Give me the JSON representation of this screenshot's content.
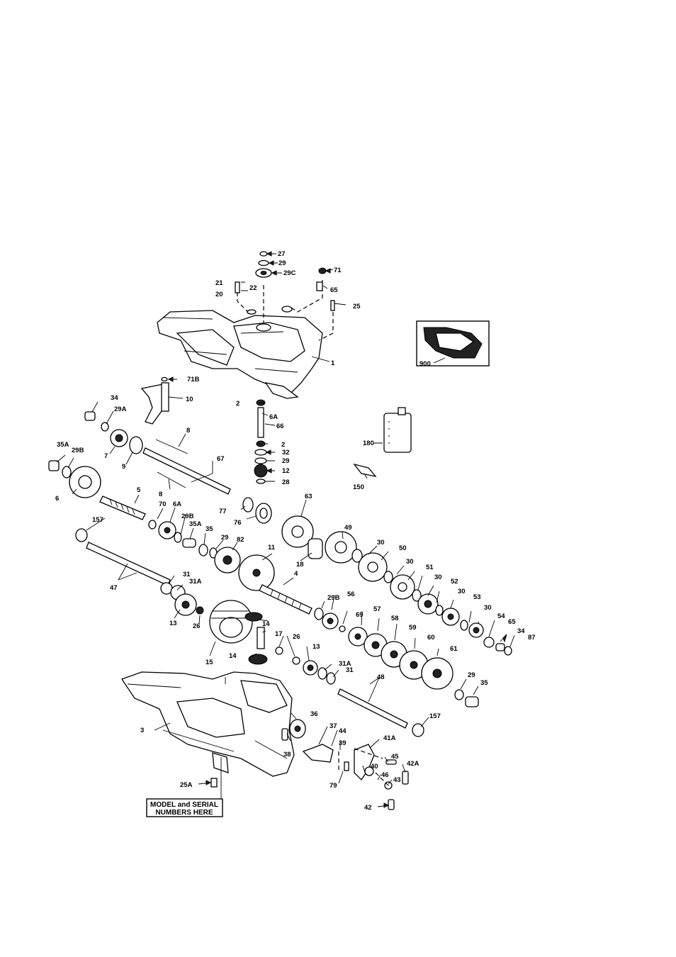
{
  "callouts": [
    "27",
    "29",
    "29C",
    "71",
    "21",
    "22",
    "20",
    "65",
    "25",
    "1",
    "900",
    "71B",
    "10",
    "2",
    "6A",
    "66",
    "2",
    "32",
    "29",
    "12",
    "28",
    "34",
    "29A",
    "8",
    "67",
    "7",
    "9",
    "180",
    "35A",
    "29B",
    "6",
    "8",
    "150",
    "5",
    "63",
    "77",
    "76",
    "70",
    "6A",
    "29B",
    "35A",
    "35",
    "29",
    "82",
    "49",
    "157",
    "18",
    "11",
    "30",
    "50",
    "30",
    "51",
    "30",
    "52",
    "30",
    "31",
    "53",
    "47",
    "31A",
    "4",
    "29B",
    "56",
    "30",
    "14",
    "54",
    "65",
    "34",
    "87",
    "13",
    "26",
    "69",
    "57",
    "58",
    "59",
    "17",
    "60",
    "26",
    "13",
    "61",
    "14",
    "15",
    "31A",
    "31",
    "48",
    "29",
    "35",
    "36",
    "157",
    "3",
    "37",
    "44",
    "41A",
    "39",
    "38",
    "45",
    "42A",
    "40",
    "79",
    "46",
    "43",
    "25A",
    "42"
  ],
  "note_box": {
    "line1": "MODEL and SERIAL",
    "line2": "NUMBERS HERE"
  }
}
